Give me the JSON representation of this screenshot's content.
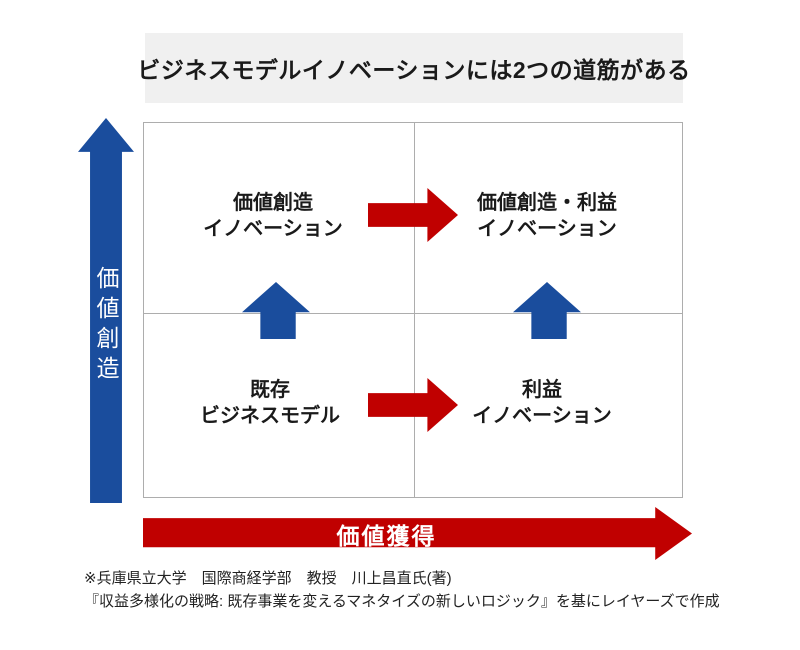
{
  "title": "ビジネスモデルイノベーションには2つの道筋がある",
  "colors": {
    "blue": "#1A4D9D",
    "red": "#C00000",
    "title_bg": "#F0F0F0",
    "grid_line": "#ADADAD"
  },
  "y_axis": {
    "label": "価値創造"
  },
  "x_axis": {
    "label": "価値獲得"
  },
  "quadrants": {
    "top_left": {
      "line1": "価値創造",
      "line2": "イノベーション"
    },
    "top_right": {
      "line1": "価値創造・利益",
      "line2": "イノベーション"
    },
    "bottom_left": {
      "line1": "既存",
      "line2": "ビジネスモデル"
    },
    "bottom_right": {
      "line1": "利益",
      "line2": "イノベーション"
    }
  },
  "footer": {
    "line1": "※兵庫県立大学　国際商経学部　教授　川上昌直氏(著)",
    "line2": "『収益多様化の戦略: 既存事業を変えるマネタイズの新しいロジック』を基にレイヤーズで作成"
  }
}
